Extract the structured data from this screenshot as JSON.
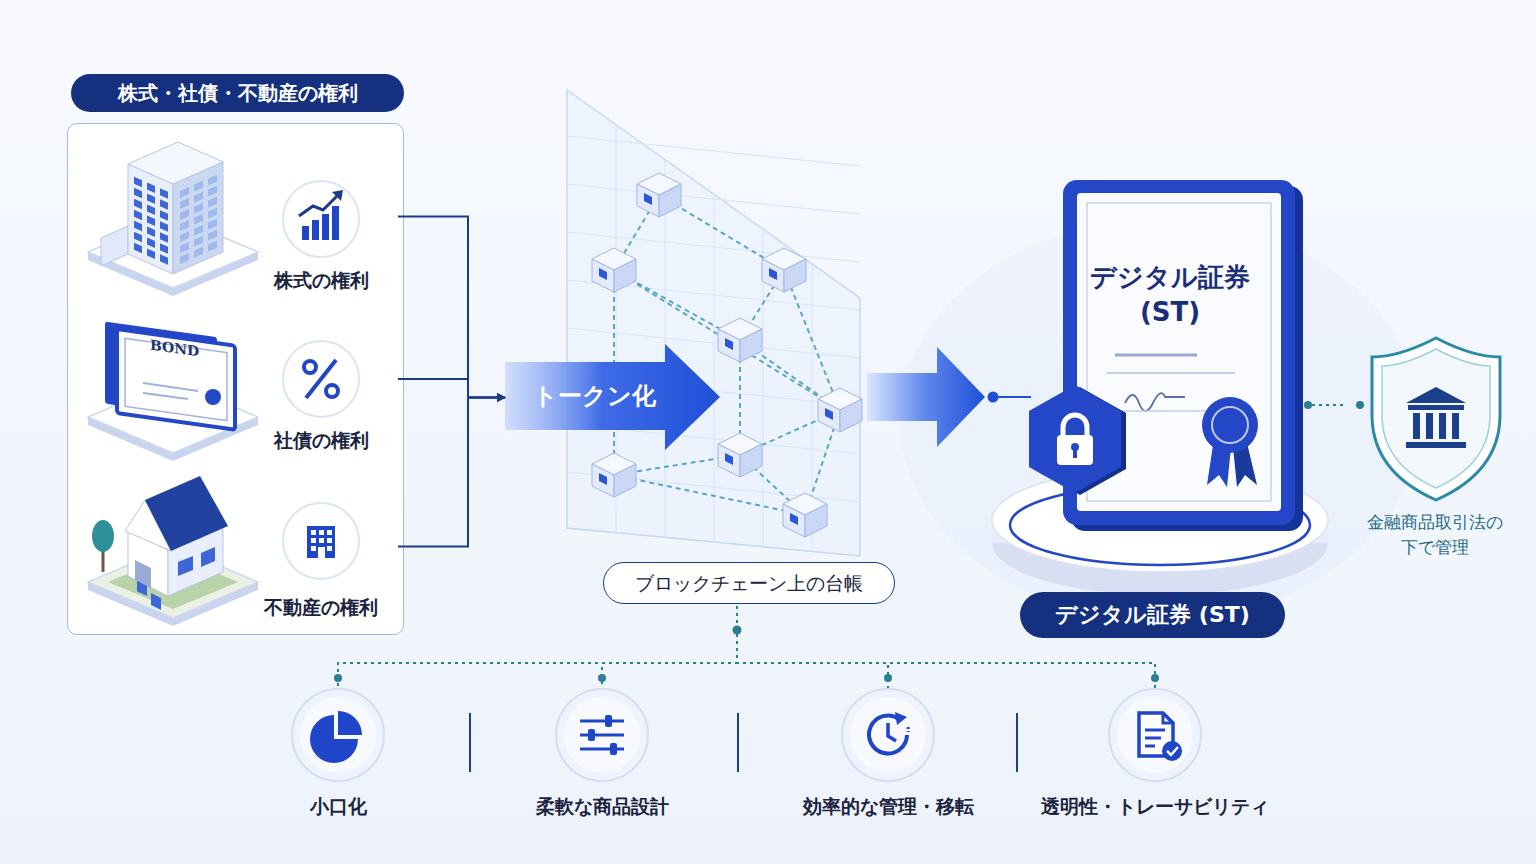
{
  "diagram": {
    "nodes": [
      {
        "text": [
          "株式・社債・不動産の権利"
        ]
      },
      {
        "text": [
          "株式の権利"
        ],
        "in": 0
      },
      {
        "text": [
          "社債の権利"
        ],
        "in": 0
      },
      {
        "text": [
          "不動産の権利"
        ],
        "in": 0
      },
      {
        "text": [
          "トークン化"
        ]
      },
      {
        "text": [
          "ブロックチェーン上の台帳"
        ]
      },
      {
        "text": [
          "デジタル証券 (ST)",
          "デジタル証券 (ST)"
        ]
      },
      {
        "text": [
          "金融商品取引法の下で管理"
        ]
      },
      {
        "text": [
          "小口化"
        ]
      },
      {
        "text": [
          "柔軟な商品設計"
        ]
      },
      {
        "text": [
          "効率的な管理・移転"
        ]
      },
      {
        "text": [
          "透明性・トレーサビリティ"
        ]
      }
    ],
    "edges": [
      {
        "from": 1,
        "to": 4,
        "arrow": "to"
      },
      {
        "from": 2,
        "to": 4,
        "arrow": "to"
      },
      {
        "from": 3,
        "to": 4,
        "arrow": "to"
      },
      {
        "from": 5,
        "to": 6,
        "arrow": "to"
      },
      {
        "from": 6,
        "to": 7,
        "arrow": "none"
      },
      {
        "from": 5,
        "to": 8,
        "arrow": "none"
      },
      {
        "from": 5,
        "to": 9,
        "arrow": "none"
      },
      {
        "from": 5,
        "to": 10,
        "arrow": "none"
      },
      {
        "from": 5,
        "to": 11,
        "arrow": "none"
      }
    ],
    "labels": [
      "BOND"
    ]
  }
}
